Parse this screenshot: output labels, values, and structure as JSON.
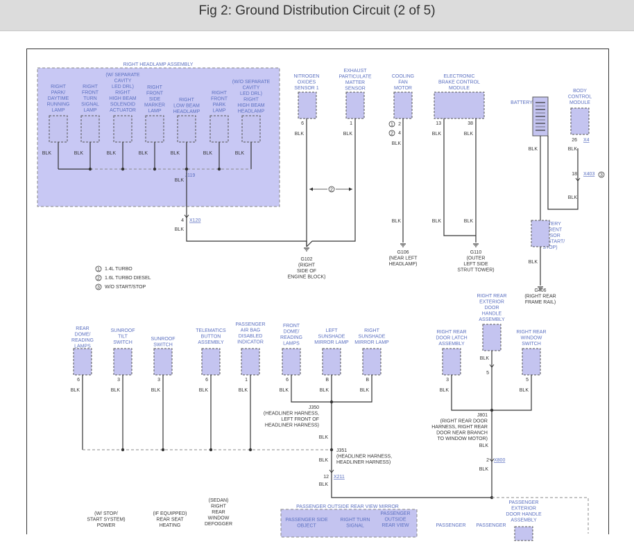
{
  "title": "Fig 2: Ground Distribution Circuit (2 of 5)",
  "notes": [
    "1.4L TURBO",
    "1.6L TURBO DIESEL",
    "W/O START/STOP"
  ],
  "note_numbers": [
    "1",
    "2",
    "3"
  ],
  "headlamp_assembly": {
    "title": "RIGHT HEADLAMP ASSEMBLY",
    "components": [
      {
        "label": "RIGHT\nPARK/\nDAYTIME\nRUNNING\nLAMP",
        "wire": "BLK"
      },
      {
        "label": "RIGHT\nFRONT\nTURN\nSIGNAL\nLAMP",
        "wire": "BLK"
      },
      {
        "label": "(W/ SEPARATE\nCAVITY\nLED DRL)\nRIGHT\nHIGH BEAM\nSOLENOID\nACTUATOR",
        "wire": "BLK"
      },
      {
        "label": "RIGHT\nFRONT\nSIDE\nMARKER\nLAMP",
        "wire": "BLK"
      },
      {
        "label": "RIGHT\nLOW BEAM\nHEADLAMP",
        "wire": "BLK"
      },
      {
        "label": "RIGHT\nFRONT\nPARK\nLAMP",
        "wire": "BLK"
      },
      {
        "label": "(W/O SEPARATE\nCAVITY\nLED DRL)\nRIGHT\nHIGH BEAM\nHEADLAMP",
        "wire": "BLK"
      }
    ],
    "splice": "J119",
    "splice_wire": "BLK",
    "connector_pin": "4",
    "connector": "X120",
    "out_wire": "BLK"
  },
  "top_components": [
    {
      "label": "NITROGEN\nOXIDES\nSENSOR 1",
      "pin": "6",
      "wire": "BLK"
    },
    {
      "label": "EXHAUST\nPARTICULATE\nMATTER\nSENSOR",
      "pin": "1",
      "wire": "BLK"
    },
    {
      "label": "COOLING\nFAN\nMOTOR",
      "pins": [
        "2",
        "4"
      ],
      "wire": "BLK"
    },
    {
      "label": "ELECTRONIC\nBRAKE CONTROL\nMODULE",
      "pins": [
        "13",
        "38"
      ],
      "wire": "BLK"
    },
    {
      "label": "BATTERY"
    },
    {
      "label": "BODY\nCONTROL\nMODULE",
      "pin": "26",
      "connector": "X4",
      "wire": "BLK"
    }
  ],
  "grounds": {
    "g102": "G102\n(RIGHT\nSIDE OF\nENGINE BLOCK)",
    "g106": "G106\n(NEAR LEFT\nHEADLAMP)",
    "g110": "G110\n(OUTER\nLEFT SIDE\nSTRUT TOWER)",
    "g406": "G406\n(RIGHT REAR\nFRAME RAIL)"
  },
  "battery_sensor": "BATTERY\nCURRENT\nSENSOR\n(W/O START/\nSTOP)",
  "bcm_conn2": {
    "pin": "18",
    "connector": "X403"
  },
  "bottom_components": [
    {
      "label": "REAR\nDOME/\nREADING\nLAMPS",
      "pin": "6"
    },
    {
      "label": "SUNROOF\nTILT\nSWITCH",
      "pin": "3"
    },
    {
      "label": "SUNROOF\nSWITCH",
      "pin": "3"
    },
    {
      "label": "TELEMATICS\nBUTTON\nASSEMBLY",
      "pin": "6"
    },
    {
      "label": "PASSENGER\nAIR BAG\nDISABLED\nINDICATOR",
      "pin": "1"
    },
    {
      "label": "FRONT\nDOME/\nREADING\nLAMPS",
      "pin": "6"
    },
    {
      "label": "LEFT\nSUNSHADE\nMIRROR LAMP",
      "pin": "B"
    },
    {
      "label": "RIGHT\nSUNSHADE\nMIRROR LAMP",
      "pin": "B"
    },
    {
      "label": "RIGHT REAR\nDOOR LATCH\nASSEMBLY",
      "pin": "3"
    },
    {
      "label": "RIGHT REAR\nEXTERIOR\nDOOR\nHANDLE\nASSEMBLY",
      "pin": "5"
    },
    {
      "label": "RIGHT REAR\nWINDOW\nSWITCH",
      "pin": "5"
    }
  ],
  "splices": {
    "j350": "J350\n(HEADLINER HARNESS,\nLEFT FRONT OF\nHEADLINER HARNESS)",
    "j351": "J351\n(HEADLINER HARNESS,\nHEADLINER HARNESS)",
    "j801": "J801\n(RIGHT REAR DOOR\nHARNESS, RIGHT REAR\nDOOR NEAR BRANCH\nTO WINDOW MOTOR)"
  },
  "conn_x211": {
    "pin": "12",
    "connector": "X211"
  },
  "conn_x800": {
    "pin": "2",
    "connector": "X800"
  },
  "footer_labels": [
    "(W/ STOP/\nSTART SYSTEM)\nPOWER",
    "(IF EQUIPPED)\nREAR SEAT\nHEATING",
    "(SEDAN)\nRIGHT\nREAR\nWINDOW\nDEFOGGER",
    "PASSENGER OUTSIDE REAR VIEW MIRROR",
    "PASSENGER SIDE\nOBJECT",
    "RIGHT TURN\nSIGNAL",
    "PASSENGER\nOUTSIDE\nREAR VIEW",
    "PASSENGER",
    "PASSENGER",
    "PASSENGER\nEXTERIOR\nDOOR HANDLE\nASSEMBLY"
  ],
  "wire_color": "BLK"
}
